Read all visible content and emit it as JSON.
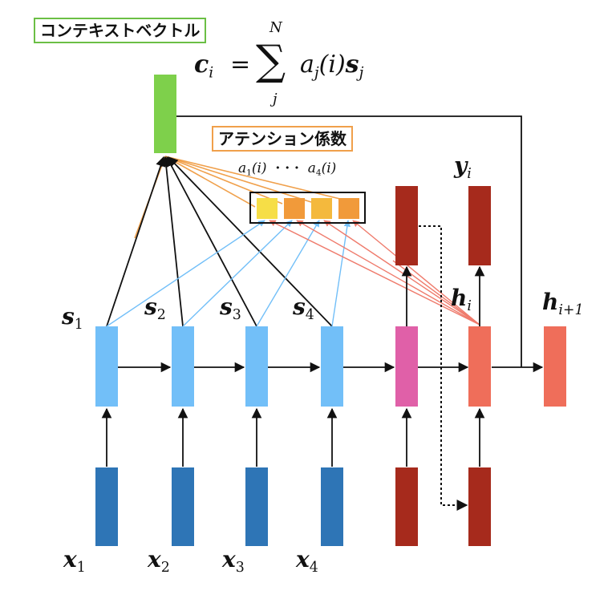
{
  "labels": {
    "context_vector": "コンテキストベクトル",
    "attention_coeff": "アテンション係数"
  },
  "formula": {
    "lhs_var": "c",
    "lhs_sub": "i",
    "equals": "=",
    "sum_symbol": "∑",
    "sum_upper": "N",
    "sum_lower": "j",
    "a_var": "a",
    "a_sub": "j",
    "a_arg": "(i)",
    "s_var": "s",
    "s_sub": "j"
  },
  "attention_range": {
    "first_var": "a",
    "first_sub": "1",
    "first_arg": "(i)",
    "dots": "· · ·",
    "last_var": "a",
    "last_sub": "4",
    "last_arg": "(i)"
  },
  "encoder_states": [
    {
      "var": "s",
      "sub": "1"
    },
    {
      "var": "s",
      "sub": "2"
    },
    {
      "var": "s",
      "sub": "3"
    },
    {
      "var": "s",
      "sub": "4"
    }
  ],
  "inputs": [
    {
      "var": "x",
      "sub": "1"
    },
    {
      "var": "x",
      "sub": "2"
    },
    {
      "var": "x",
      "sub": "3"
    },
    {
      "var": "x",
      "sub": "4"
    }
  ],
  "decoder": {
    "output_var": "y",
    "output_sub": "i",
    "hidden_var": "h",
    "hidden_sub": "i",
    "next_var": "h",
    "next_sub": "i+1"
  },
  "colors": {
    "context_green": "#7ed04b",
    "encoder_blue": "#72bff8",
    "input_blue": "#2e75b6",
    "decoder_pink": "#e060a8",
    "decoder_salmon": "#ef6e5a",
    "decoder_darkred": "#a62a1c",
    "attn_yellow": "#f6de47",
    "attn_orange": "#f19a3a",
    "attn_line_orange": "#f0a04b",
    "attn_line_blue": "#72bff8",
    "attn_line_red": "#ef7b6c"
  }
}
